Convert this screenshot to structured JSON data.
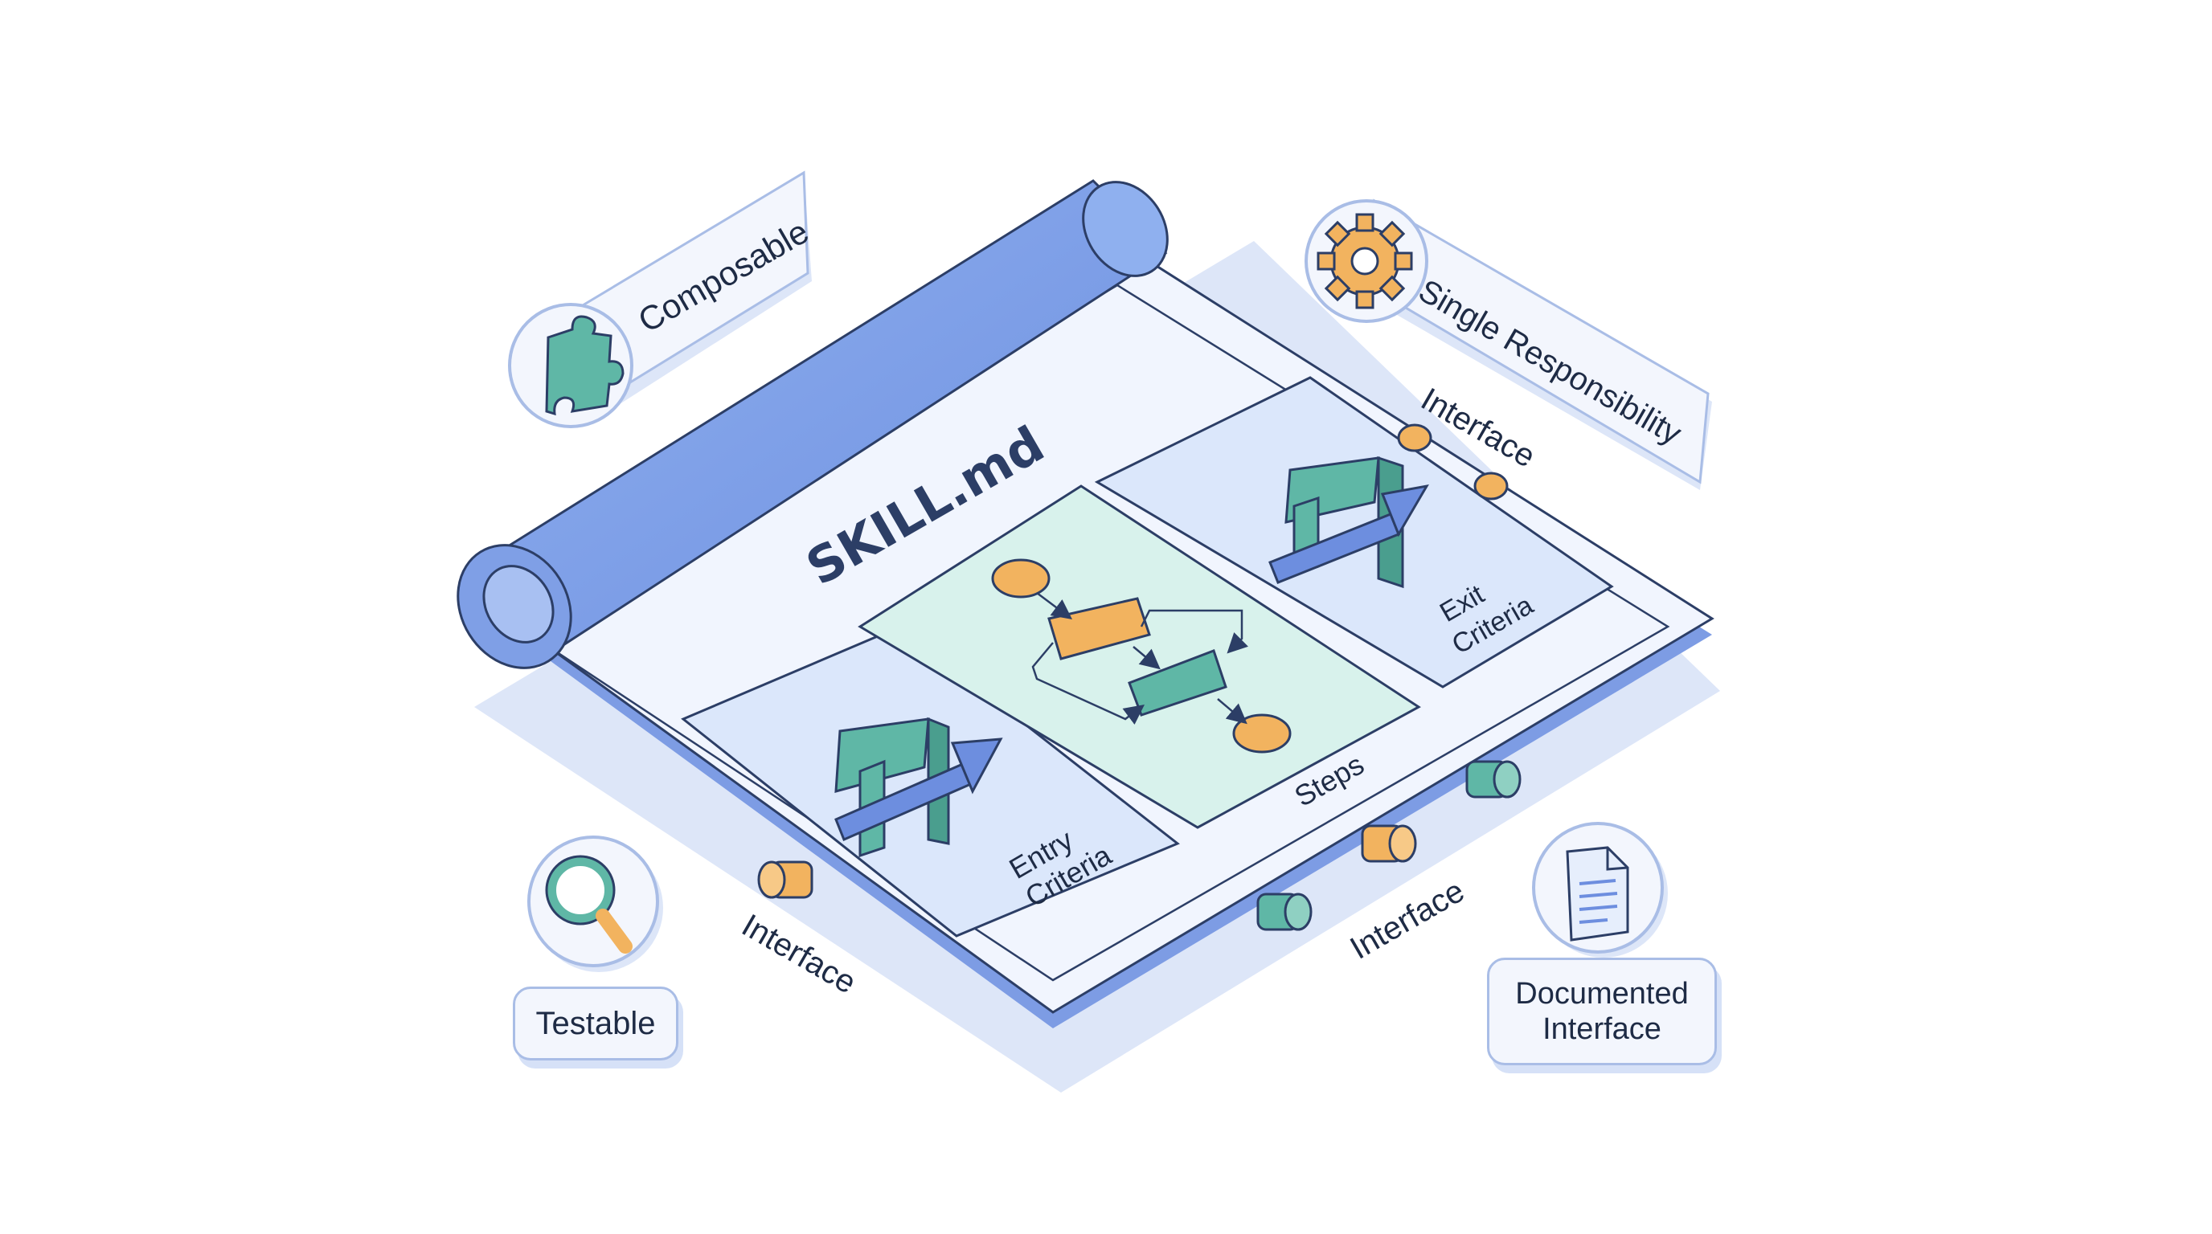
{
  "document": {
    "title": "SKILL.md"
  },
  "sections": {
    "entry": {
      "line1": "Entry",
      "line2": "Criteria"
    },
    "steps": {
      "label": "Steps"
    },
    "exit": {
      "line1": "Exit",
      "line2": "Criteria"
    }
  },
  "interfaces": {
    "top": "Interface",
    "bottom_left": "Interface",
    "bottom_right": "Interface"
  },
  "principles": {
    "composable": "Composable",
    "single_responsibility": "Single Responsibility",
    "testable": "Testable",
    "documented_line1": "Documented",
    "documented_line2": "Interface"
  },
  "colors": {
    "blue": "#7f9fe6",
    "blue_light": "#e6eefc",
    "teal": "#5fb7a6",
    "teal_light": "#d8f2ec",
    "orange": "#f2b35f",
    "outline": "#2c3e66"
  },
  "icons": [
    "puzzle-icon",
    "gear-icon",
    "magnifier-icon",
    "document-icon",
    "arrow-icon",
    "connector-icon"
  ]
}
